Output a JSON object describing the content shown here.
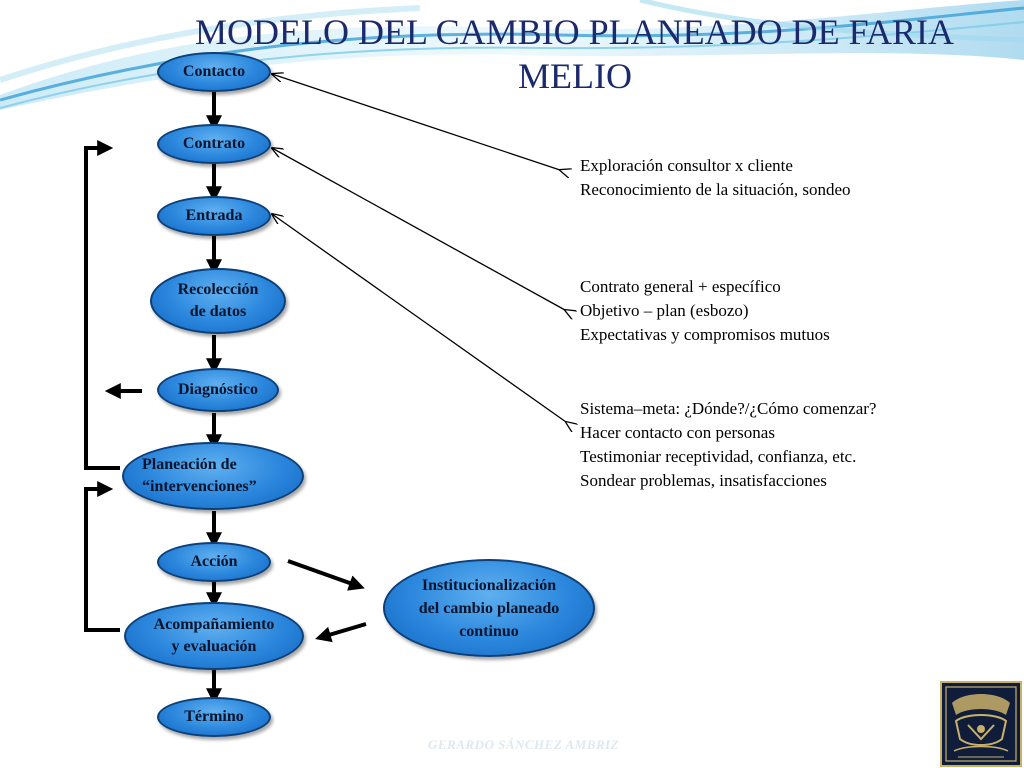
{
  "title": {
    "line1": "MODELO DEL CAMBIO  PLANEADO DE FARIA",
    "line2": "MELIO"
  },
  "flow_nodes": [
    {
      "id": "contacto",
      "label": "Contacto"
    },
    {
      "id": "contrato",
      "label": "Contrato"
    },
    {
      "id": "entrada",
      "label": "Entrada"
    },
    {
      "id": "recoleccion",
      "label": "Recolección\nde datos"
    },
    {
      "id": "diagnostico",
      "label": "Diagnóstico"
    },
    {
      "id": "planeacion",
      "label": "Planeación de\n“intervenciones”"
    },
    {
      "id": "accion",
      "label": "Acción"
    },
    {
      "id": "acompanamiento",
      "label": "Acompañamiento\ny evaluación"
    },
    {
      "id": "termino",
      "label": "Término"
    }
  ],
  "side_node": {
    "label": "Institucionalización\ndel cambio planeado\ncontinuo"
  },
  "descriptions": [
    {
      "lines": [
        "Exploración  consultor x cliente",
        "Reconocimiento de la situación, sondeo"
      ]
    },
    {
      "lines": [
        "Contrato general + específico",
        "Objetivo – plan (esbozo)",
        "Expectativas y compromisos mutuos"
      ]
    },
    {
      "lines": [
        "Sistema–meta: ¿Dónde?/¿Cómo comenzar?",
        "Hacer contacto con personas",
        "Testimoniar receptividad, confianza, etc.",
        "Sondear problemas, insatisfacciones"
      ]
    }
  ],
  "footer": "GERARDO SÁNCHEZ AMBRIZ",
  "logo_icon": "unam-seal-icon",
  "colors": {
    "title": "#1a2a6c",
    "node_fill": "#2a86dc",
    "node_border": "#0d3f78",
    "arrow": "#000000",
    "swoosh": "#7ec8e8"
  }
}
